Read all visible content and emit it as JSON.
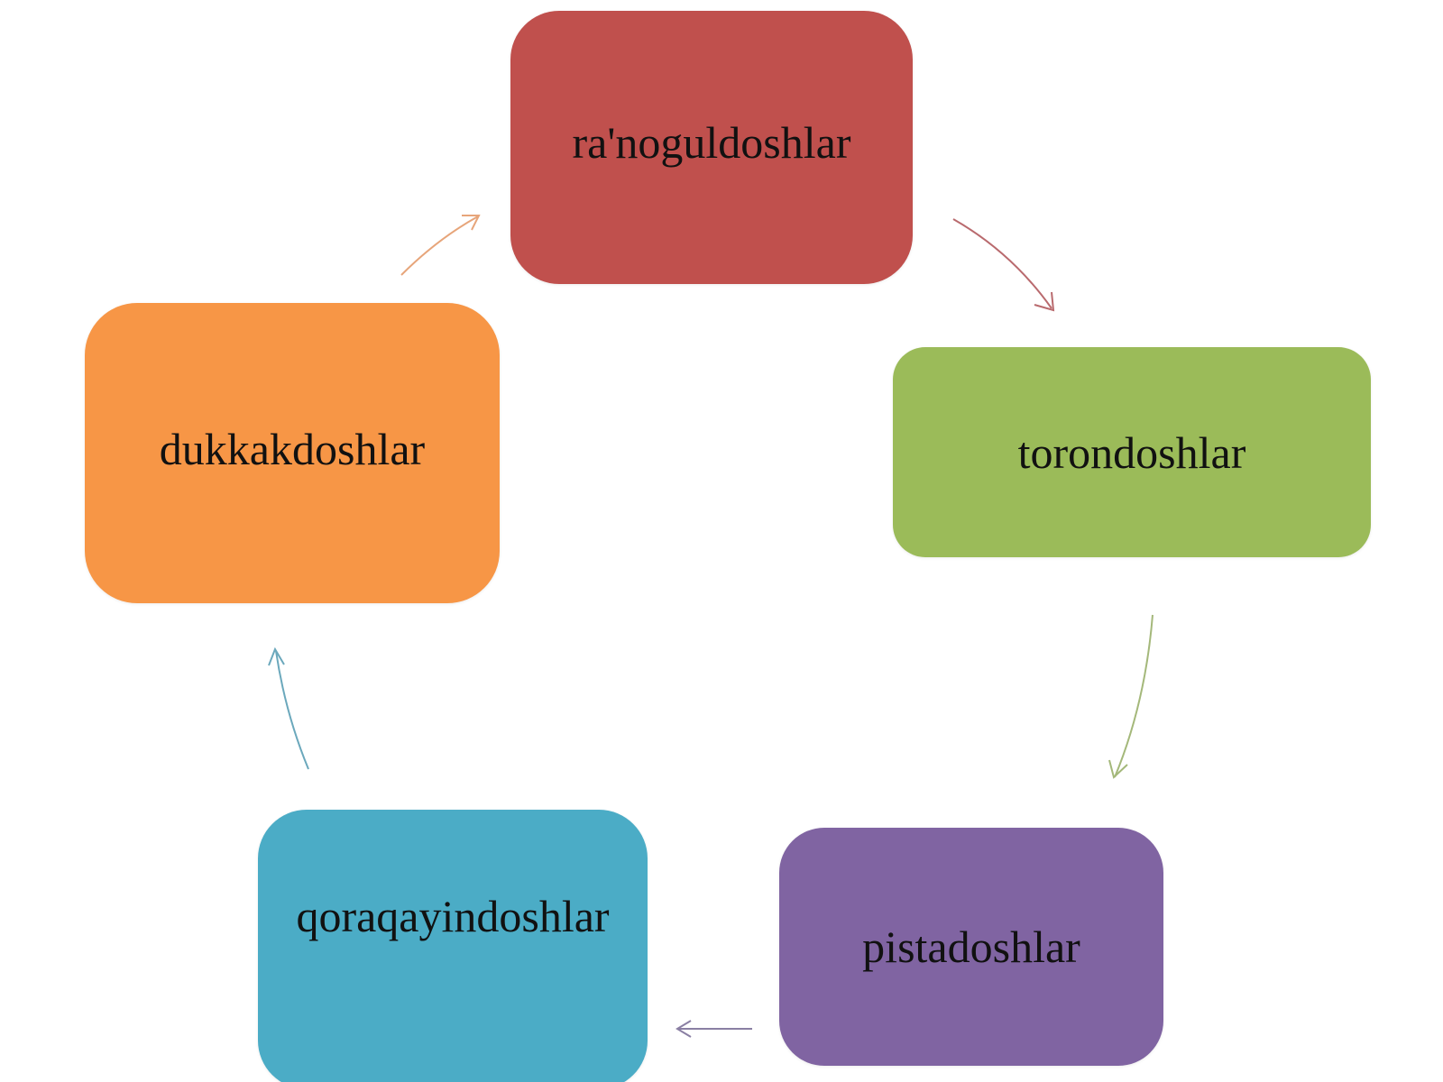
{
  "nodes": [
    {
      "id": "ranoguldoshlar",
      "label": "ra'noguldoshlar",
      "color": "#C0504D"
    },
    {
      "id": "torondoshlar",
      "label": "torondoshlar",
      "color": "#9BBB59"
    },
    {
      "id": "pistadoshlar",
      "label": "pistadoshlar",
      "color": "#8064A2"
    },
    {
      "id": "qoraqayindoshlar",
      "label": "qoraqayindoshlar",
      "color": "#4BACC6"
    },
    {
      "id": "dukkakdoshlar",
      "label": "dukkakdoshlar",
      "color": "#F79646"
    }
  ],
  "edges": [
    {
      "from": "ranoguldoshlar",
      "to": "torondoshlar",
      "color": "#B96A6E"
    },
    {
      "from": "torondoshlar",
      "to": "pistadoshlar",
      "color": "#A4B87A"
    },
    {
      "from": "pistadoshlar",
      "to": "qoraqayindoshlar",
      "color": "#8A7FA3"
    },
    {
      "from": "qoraqayindoshlar",
      "to": "dukkakdoshlar",
      "color": "#6BA8BC"
    },
    {
      "from": "dukkakdoshlar",
      "to": "ranoguldoshlar",
      "color": "#E7A57A"
    }
  ]
}
